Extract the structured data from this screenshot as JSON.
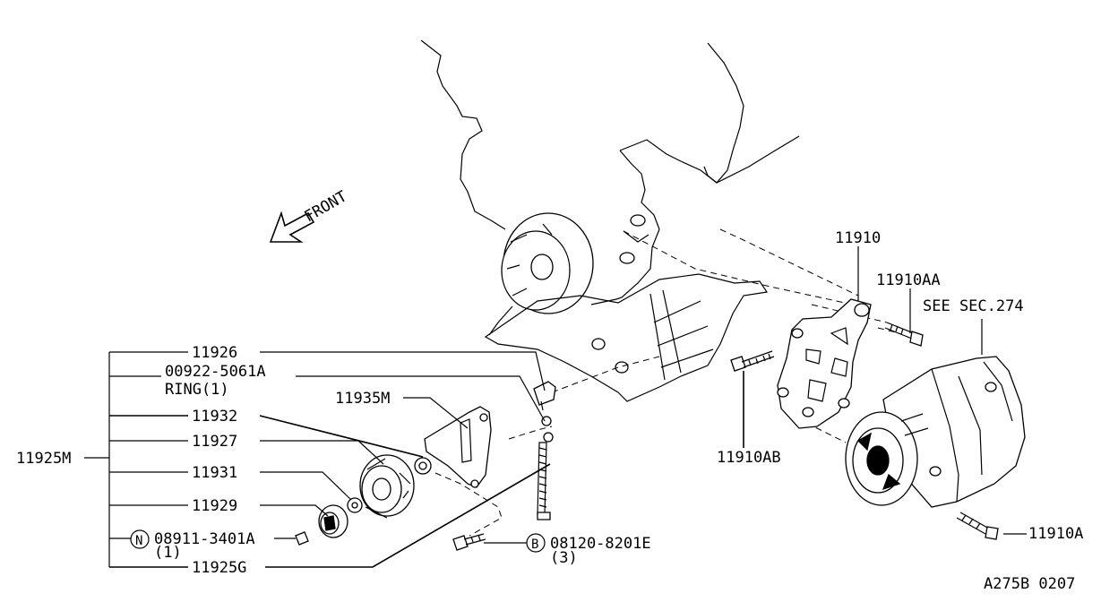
{
  "diagram": {
    "front_label": "FRONT",
    "group_label": "11925M",
    "see_section": "SEE SEC.274",
    "ref_code": "A275B 0207",
    "callouts": {
      "c11910": "11910",
      "c11910AA": "11910AA",
      "c11910AB": "11910AB",
      "c11910A": "11910A",
      "c11926": "11926",
      "c00922": "00922-5061A",
      "ring": "RING(1)",
      "c11932": "11932",
      "c11935M": "11935M",
      "c11927": "11927",
      "c11931": "11931",
      "c11929": "11929",
      "nut_marker": "N",
      "c08911": "08911-3401A",
      "nut_qty": "(1)",
      "c11925G": "11925G",
      "bolt_marker": "B",
      "c08120": "08120-8201E",
      "bolt_qty": "(3)"
    }
  }
}
